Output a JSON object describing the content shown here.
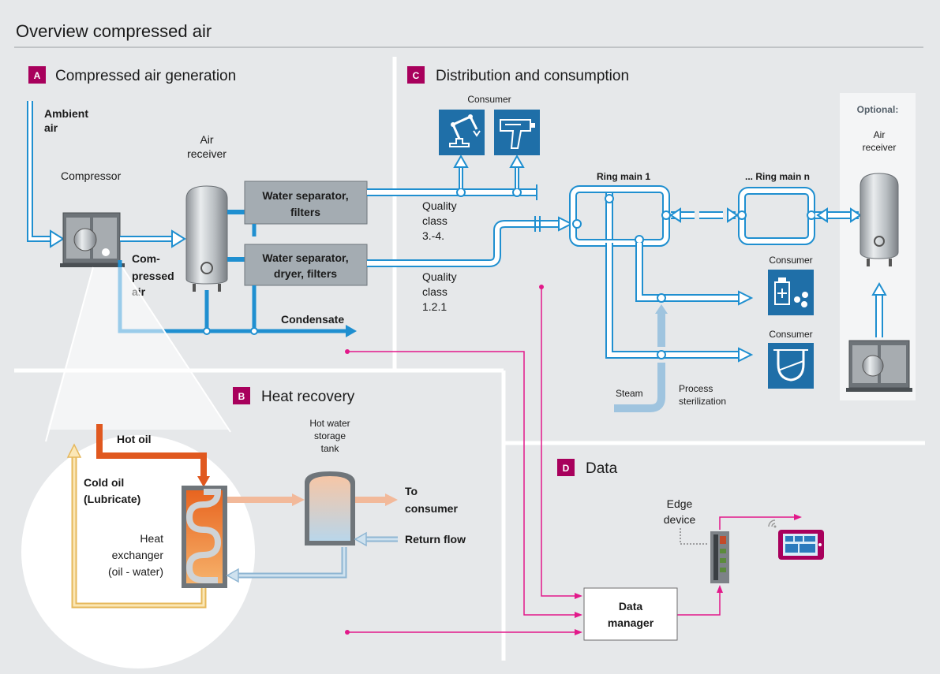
{
  "title": "Overview compressed air",
  "sections": {
    "a": {
      "letter": "A",
      "title": "Compressed air generation"
    },
    "b": {
      "letter": "B",
      "title": "Heat recovery"
    },
    "c": {
      "letter": "C",
      "title": "Distribution and consumption"
    },
    "d": {
      "letter": "D",
      "title": "Data"
    }
  },
  "labels": {
    "ambient_air_1": "Ambient",
    "ambient_air_2": "air",
    "compressor": "Compressor",
    "air_receiver_1": "Air",
    "air_receiver_2": "receiver",
    "compressed_air_1": "Com-",
    "compressed_air_2": "pressed",
    "compressed_air_3": "air",
    "water_sep_filters_1": "Water separator,",
    "water_sep_filters_2": "filters",
    "water_sep_dryer_1": "Water separator,",
    "water_sep_dryer_2": "dryer, filters",
    "condensate": "Condensate",
    "quality_a_1": "Quality",
    "quality_a_2": "class",
    "quality_a_3": "3.-4.",
    "quality_b_1": "Quality",
    "quality_b_2": "class",
    "quality_b_3": "1.2.1",
    "consumer_top": "Consumer",
    "ring_main_1": "Ring main 1",
    "ring_main_n": "... Ring main n",
    "optional": "Optional:",
    "opt_air_receiver_1": "Air",
    "opt_air_receiver_2": "receiver",
    "consumer_pharma": "Consumer",
    "consumer_tank": "Consumer",
    "steam": "Steam",
    "process_sterilization_1": "Process",
    "process_sterilization_2": "sterilization",
    "hot_oil": "Hot oil",
    "cold_oil_1": "Cold oil",
    "cold_oil_2": "(Lubricate)",
    "heat_exchanger_1": "Heat",
    "heat_exchanger_2": "exchanger",
    "heat_exchanger_3": "(oil - water)",
    "hot_water_1": "Hot water",
    "hot_water_2": "storage",
    "hot_water_3": "tank",
    "to_consumer_1": "To",
    "to_consumer_2": "consumer",
    "return_flow": "Return flow",
    "edge_device_1": "Edge",
    "edge_device_2": "device",
    "data_manager_1": "Data",
    "data_manager_2": "manager"
  },
  "colors": {
    "accent": "#a8005c",
    "pipe_blue": "#1f8fd0",
    "icon_blue": "#1f6fa8",
    "hot_oil": "#e0581f",
    "cold_oil": "#f3d79a",
    "data_line": "#e2198a"
  }
}
